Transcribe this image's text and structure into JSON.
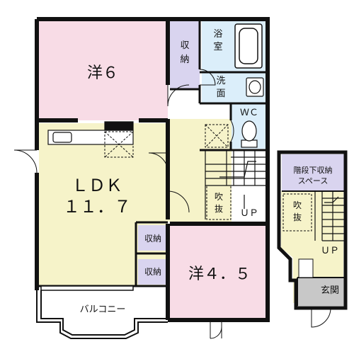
{
  "colors": {
    "western_room": "#f8dce6",
    "ldk": "#f6f3c9",
    "wet_area": "#dbeefa",
    "storage": "#d9d4ef",
    "hall": "#f6f3c9",
    "entrance": "#c8c8c8",
    "wall": "#111111"
  },
  "rooms": {
    "western_room_top": "洋６",
    "storage_top": "収納",
    "bath": "浴室",
    "washroom": "洗面",
    "wc": "ＷＣ",
    "ldk_line1": "ＬＤＫ",
    "ldk_line2": "１１．７",
    "storage_mid1": "収納",
    "storage_mid2": "収納",
    "western_room_bottom": "洋４．５",
    "balcony": "バルコニー",
    "void_main": "吹抜",
    "up_main": "ＵＰ",
    "understair_storage": "階段下収納スペース",
    "void_side": "吹抜",
    "up_side": "ＵＰ",
    "entrance": "玄関"
  }
}
